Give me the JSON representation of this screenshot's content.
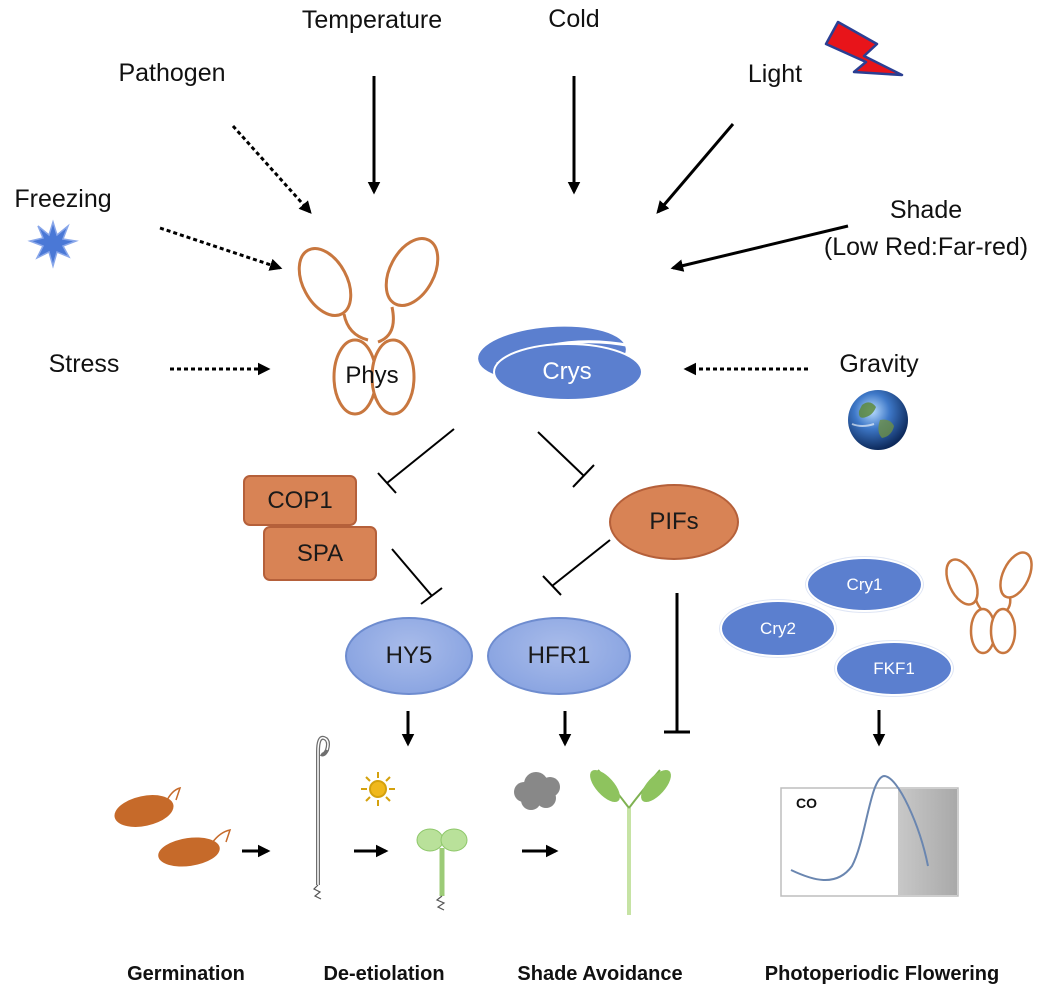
{
  "stimuli": {
    "temperature": "Temperature",
    "cold": "Cold",
    "pathogen": "Pathogen",
    "light": "Light",
    "freezing": "Freezing",
    "shade_line1": "Shade",
    "shade_line2": "(Low Red:Far-red)",
    "stress": "Stress",
    "gravity": "Gravity"
  },
  "photoreceptors": {
    "phys": "Phys",
    "crys": "Crys"
  },
  "regulators": {
    "cop1": "COP1",
    "spa": "SPA",
    "pifs": "PIFs",
    "hy5": "HY5",
    "hfr1": "HFR1",
    "cry1": "Cry1",
    "cry2": "Cry2",
    "fkf1": "FKF1"
  },
  "inset": {
    "co": "CO"
  },
  "processes": {
    "germination": "Germination",
    "deetiolation": "De-etiolation",
    "shade_avoidance": "Shade Avoidance",
    "flowering": "Photoperiodic Flowering"
  },
  "colors": {
    "blue_node": "#8ca6e2",
    "crys_blue": "#5b7fcf",
    "orange": "#d88355",
    "seedling_green": "#8ed06a",
    "lightning_red": "#e8141a"
  },
  "icons": [
    "lightning-icon",
    "starburst-icon",
    "earth-globe-icon",
    "sun-icon",
    "cloud-icon"
  ]
}
